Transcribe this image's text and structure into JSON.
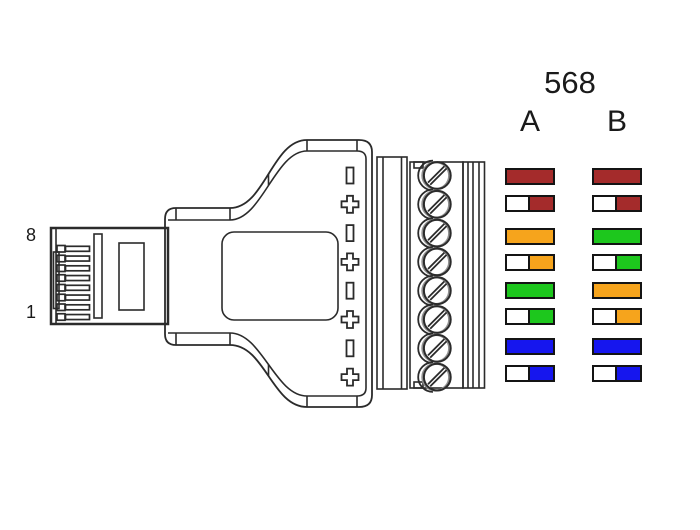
{
  "header": {
    "title": "568",
    "column_a_label": "A",
    "column_b_label": "B"
  },
  "connector": {
    "pin_top_label": "8",
    "pin_bottom_label": "1",
    "pin_count": 8,
    "terminal_count": 8,
    "polarity_pattern": [
      "minus",
      "plus",
      "minus",
      "plus",
      "minus",
      "plus",
      "minus",
      "plus"
    ]
  },
  "colors": {
    "brown": "#A42B2B",
    "orange": "#F6A41C",
    "green": "#1DC71D",
    "blue": "#1616EE",
    "white": "#FFFFFF",
    "outline": "#2B2B2B",
    "swatch_border": "#141414"
  },
  "wiring": {
    "t568a": [
      {
        "wire": "brown",
        "striped": false
      },
      {
        "wire": "brown",
        "striped": true
      },
      {
        "wire": "orange",
        "striped": false
      },
      {
        "wire": "orange",
        "striped": true
      },
      {
        "wire": "green",
        "striped": false
      },
      {
        "wire": "green",
        "striped": true
      },
      {
        "wire": "blue",
        "striped": false
      },
      {
        "wire": "blue",
        "striped": true
      }
    ],
    "t568b": [
      {
        "wire": "brown",
        "striped": false
      },
      {
        "wire": "brown",
        "striped": true
      },
      {
        "wire": "green",
        "striped": false
      },
      {
        "wire": "green",
        "striped": true
      },
      {
        "wire": "orange",
        "striped": false
      },
      {
        "wire": "orange",
        "striped": true
      },
      {
        "wire": "blue",
        "striped": false
      },
      {
        "wire": "blue",
        "striped": true
      }
    ]
  }
}
